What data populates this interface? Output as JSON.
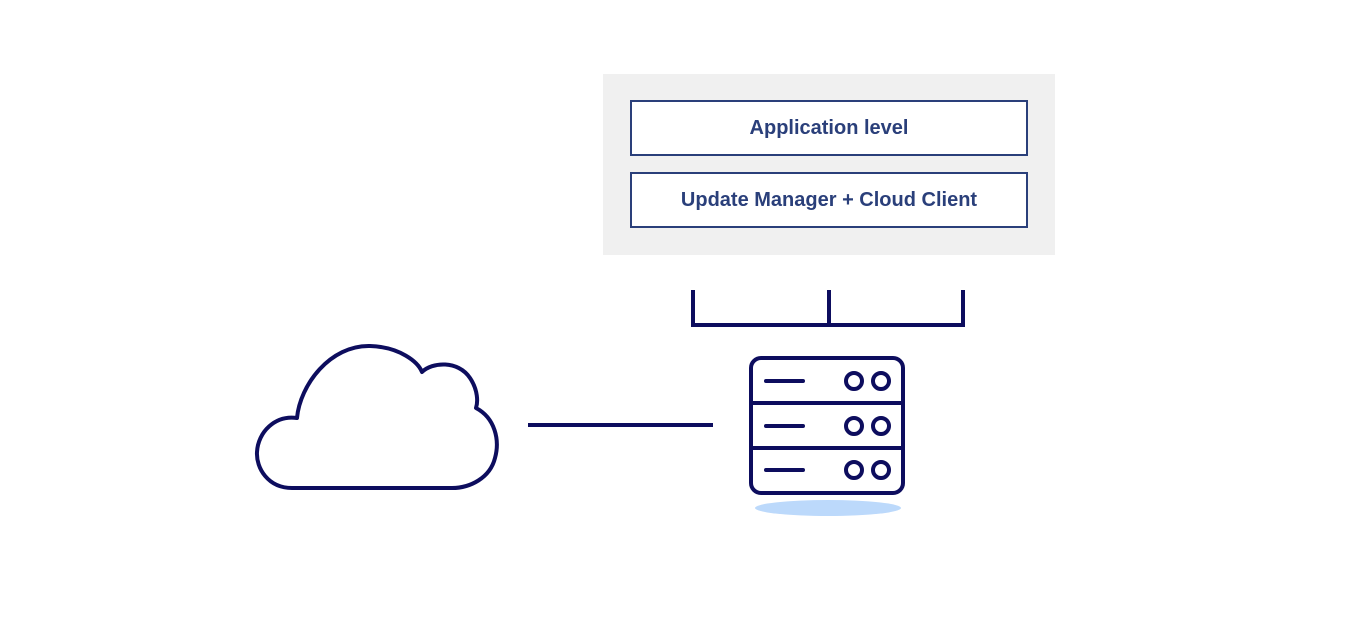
{
  "stack": {
    "layers": [
      {
        "label": "Application level"
      },
      {
        "label": "Update Manager + Cloud Client"
      }
    ]
  },
  "icons": {
    "cloud": "cloud-icon",
    "server": "server-icon",
    "connector": "bracket-connector"
  },
  "colors": {
    "line": "#0d0d5e",
    "box_border": "#2a3f7a",
    "box_text": "#2a3f7a",
    "panel_bg": "#f0f0f0",
    "server_shadow": "#bcd9fb"
  }
}
